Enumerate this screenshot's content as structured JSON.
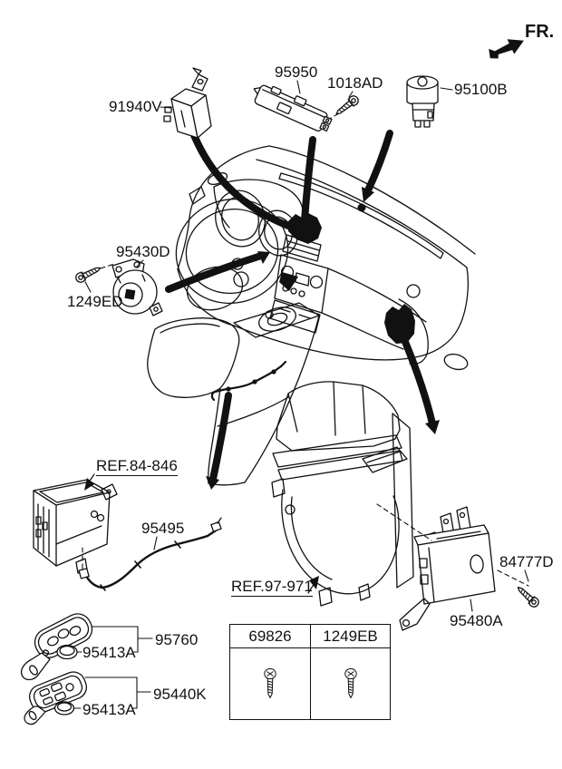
{
  "page": {
    "background": "#ffffff",
    "line_color": "#111111"
  },
  "direction_indicator": {
    "label": "FR."
  },
  "part_labels": {
    "relay_module": "91940V",
    "rheostat_bracket": "95950",
    "screw_1018": "1018AD",
    "photo_sensor": "95100B",
    "buzzer": "95430D",
    "screw_1249ed": "1249ED",
    "wiring_extension": "95495",
    "screw_84777": "84777D",
    "tpms_receiver": "95480A",
    "keyless_transmitter": "95760",
    "battery_upper": "95413A",
    "smart_key": "95440K",
    "battery_lower": "95413A"
  },
  "reference_links": {
    "crash_pad": "REF.84-846",
    "heater": "REF.97-971"
  },
  "fastener_table": {
    "columns": [
      "69826",
      "1249EB"
    ]
  }
}
